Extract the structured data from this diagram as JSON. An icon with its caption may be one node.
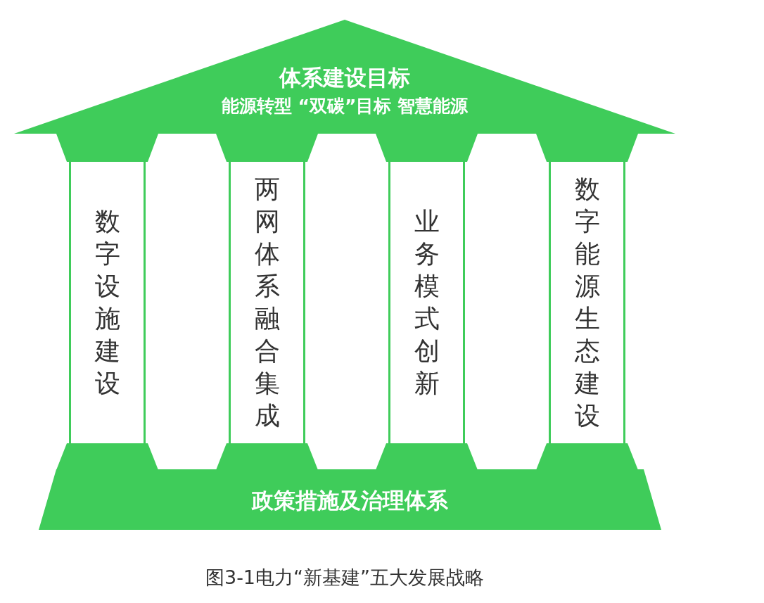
{
  "diagram": {
    "caption": "图3-1电力“新基建”五大发展战略",
    "nodes": [
      {
        "text": [
          "体系建设目标",
          "能源转型 “双碳”目标 智慧能源"
        ]
      },
      {
        "text": [
          "数字设施建设"
        ]
      },
      {
        "text": [
          "两网体系融合集成"
        ]
      },
      {
        "text": [
          "业务模式创新"
        ]
      },
      {
        "text": [
          "数字能源生态建设"
        ]
      },
      {
        "text": [
          "政策措施及治理体系"
        ]
      }
    ]
  }
}
